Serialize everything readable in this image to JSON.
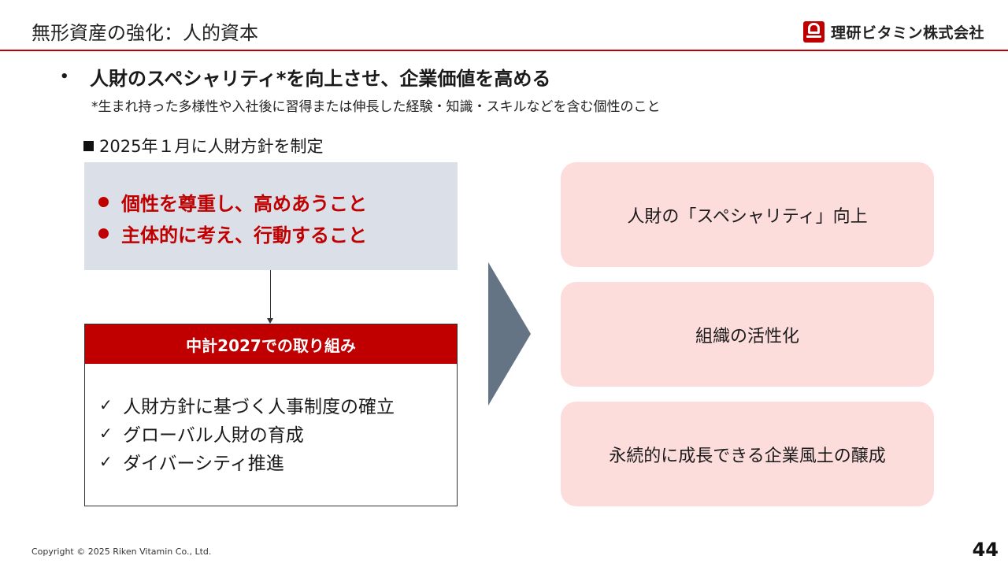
{
  "header": {
    "title": "無形資産の強化：人的資本",
    "company": "理研ビタミン株式会社",
    "accent": "#c00000"
  },
  "main_bullet": {
    "marker": "•",
    "text": "人財のスペシャリティ*を向上させ、企業価値を高める",
    "note": "*生まれ持った多様性や入社後に習得または伸長した経験・知識・スキルなどを含む個性のこと"
  },
  "policy": {
    "heading": "2025年１月に人財方針を制定",
    "items": [
      "個性を尊重し、高めあうこと",
      "主体的に考え、行動すること"
    ],
    "box_color": "#dbe0e8"
  },
  "plan": {
    "title": "中計2027での取り組み",
    "check_icon": "✓",
    "items": [
      "人財方針に基づく人事制度の確立",
      "グローバル人財の育成",
      "ダイバーシティ推進"
    ]
  },
  "outcomes": {
    "items": [
      "人財の「スペシャリティ」向上",
      "組織の活性化",
      "永続的に成長できる企業風土の醸成"
    ],
    "box_color": "#fddcdc",
    "arrow_color": "#647485"
  },
  "footer": {
    "copyright": "Copyright © 2025 Riken Vitamin Co., Ltd.",
    "page": "44"
  }
}
